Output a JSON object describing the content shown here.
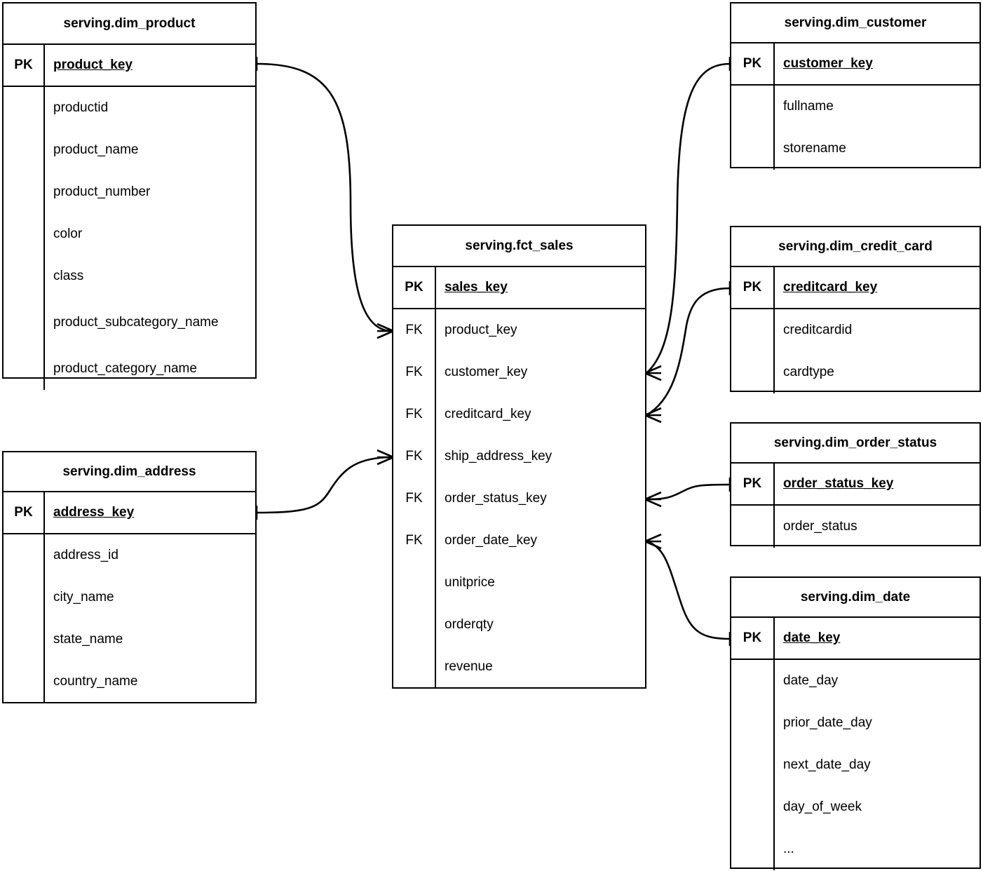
{
  "diagram": {
    "title": "serving schema star model",
    "notation": "crow-foot",
    "line_color": "#000000",
    "background_color": "#ffffff",
    "border_color": "#000000"
  },
  "entities": {
    "dim_product": {
      "name": "serving.dim_product",
      "pk_label": "PK",
      "pk_field": "product_key",
      "attributes": [
        "productid",
        "product_name",
        "product_number",
        "color",
        "class",
        "product_subcategory_name",
        "product_category_name"
      ]
    },
    "dim_address": {
      "name": "serving.dim_address",
      "pk_label": "PK",
      "pk_field": "address_key",
      "attributes": [
        "address_id",
        "city_name",
        "state_name",
        "country_name"
      ]
    },
    "fct_sales": {
      "name": "serving.fct_sales",
      "pk_label": "PK",
      "pk_field": "sales_key",
      "fk_label": "FK",
      "rows": [
        {
          "key": "FK",
          "field": "product_key"
        },
        {
          "key": "FK",
          "field": "customer_key"
        },
        {
          "key": "FK",
          "field": "creditcard_key"
        },
        {
          "key": "FK",
          "field": "ship_address_key"
        },
        {
          "key": "FK",
          "field": "order_status_key"
        },
        {
          "key": "FK",
          "field": "order_date_key"
        },
        {
          "key": "",
          "field": "unitprice"
        },
        {
          "key": "",
          "field": "orderqty"
        },
        {
          "key": "",
          "field": "revenue"
        }
      ]
    },
    "dim_customer": {
      "name": "serving.dim_customer",
      "pk_label": "PK",
      "pk_field": "customer_key",
      "attributes": [
        "fullname",
        "storename"
      ]
    },
    "dim_credit_card": {
      "name": "serving.dim_credit_card",
      "pk_label": "PK",
      "pk_field": "creditcard_key",
      "attributes": [
        "creditcardid",
        "cardtype"
      ]
    },
    "dim_order_status": {
      "name": "serving.dim_order_status",
      "pk_label": "PK",
      "pk_field": "order_status_key",
      "attributes": [
        "order_status"
      ]
    },
    "dim_date": {
      "name": "serving.dim_date",
      "pk_label": "PK",
      "pk_field": "date_key",
      "attributes": [
        "date_day",
        "prior_date_day",
        "next_date_day",
        "day_of_week",
        "..."
      ]
    }
  },
  "relationships": [
    {
      "from": "serving.dim_product",
      "from_field": "product_key",
      "to": "serving.fct_sales",
      "to_field": "product_key",
      "cardinality": "one-to-many"
    },
    {
      "from": "serving.dim_address",
      "from_field": "address_key",
      "to": "serving.fct_sales",
      "to_field": "ship_address_key",
      "cardinality": "one-to-many"
    },
    {
      "from": "serving.dim_customer",
      "from_field": "customer_key",
      "to": "serving.fct_sales",
      "to_field": "customer_key",
      "cardinality": "one-to-many"
    },
    {
      "from": "serving.dim_credit_card",
      "from_field": "creditcard_key",
      "to": "serving.fct_sales",
      "to_field": "creditcard_key",
      "cardinality": "one-to-many"
    },
    {
      "from": "serving.dim_order_status",
      "from_field": "order_status_key",
      "to": "serving.fct_sales",
      "to_field": "order_status_key",
      "cardinality": "one-to-many"
    },
    {
      "from": "serving.dim_date",
      "from_field": "date_key",
      "to": "serving.fct_sales",
      "to_field": "order_date_key",
      "cardinality": "one-to-many"
    }
  ]
}
